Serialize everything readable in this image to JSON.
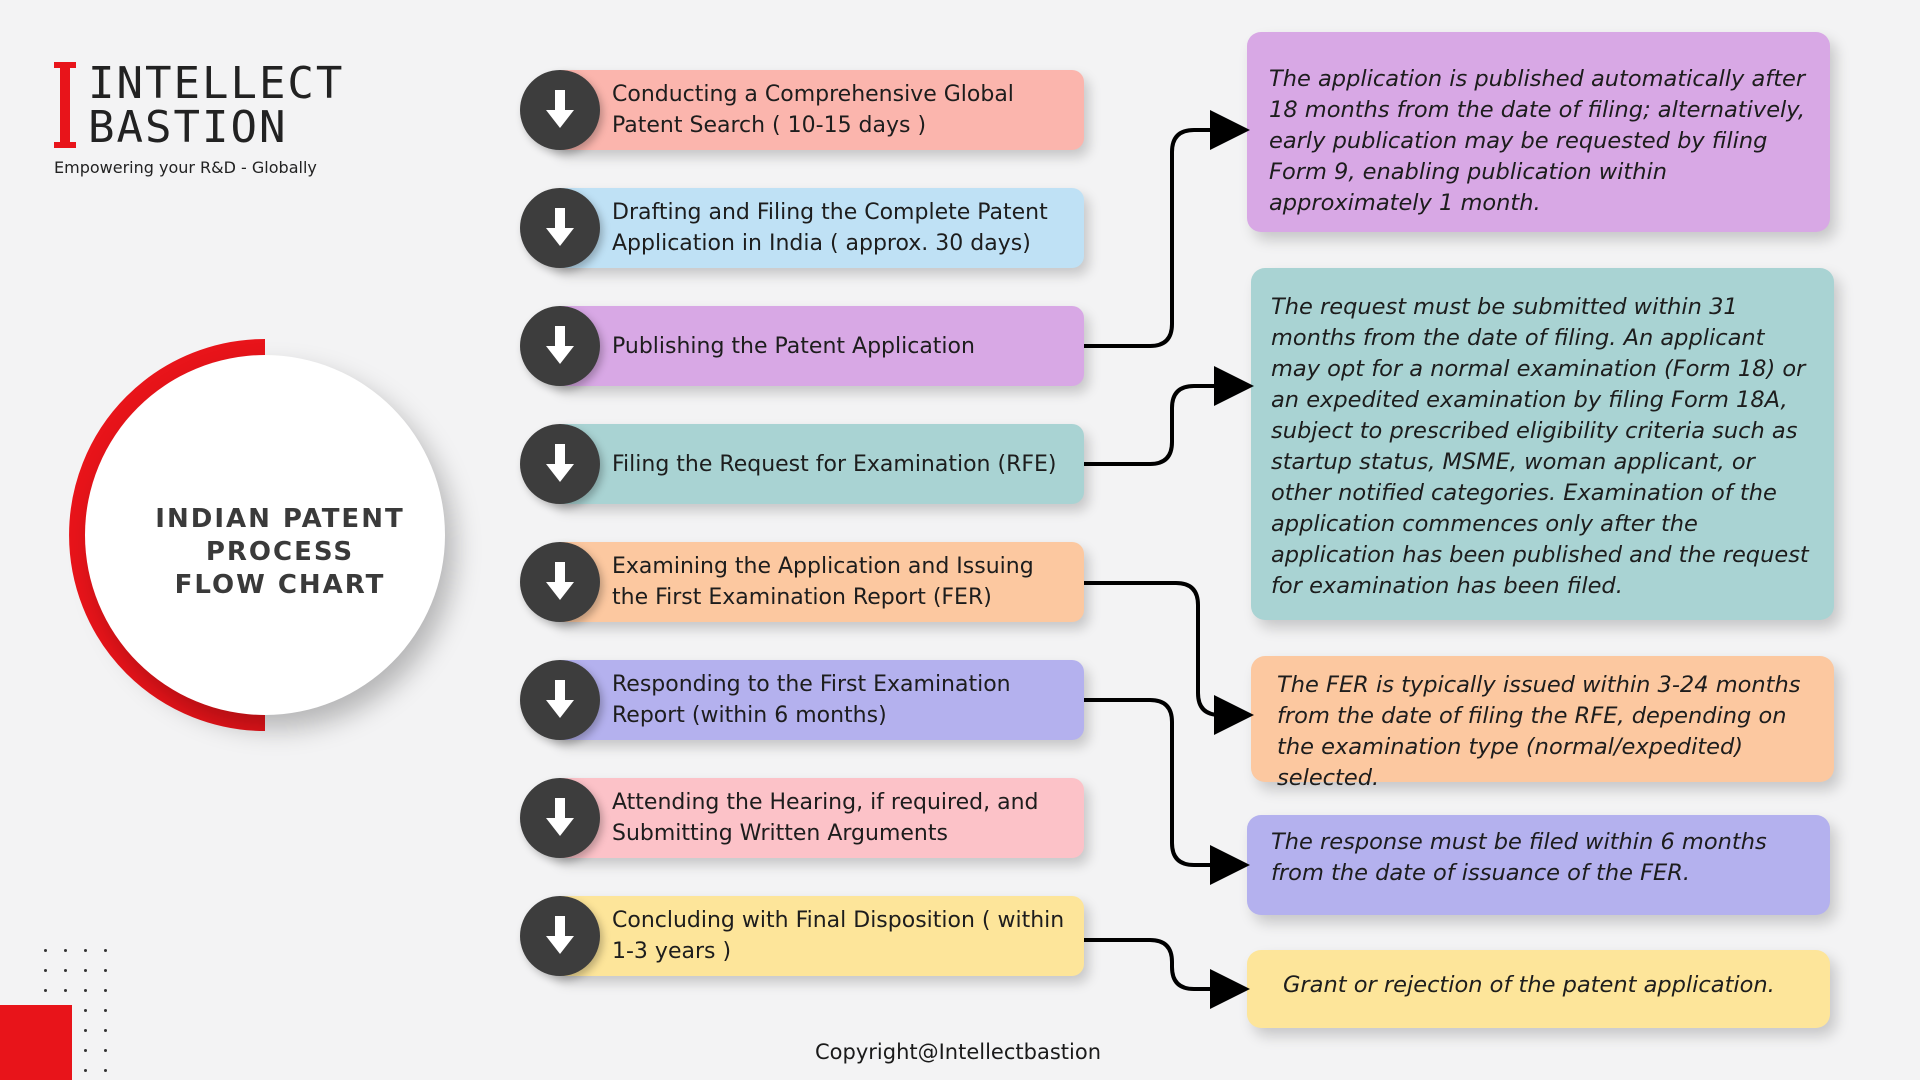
{
  "logo": {
    "word1": "INTELLECT",
    "word2": "BASTION",
    "tagline": "Empowering your R&D - Globally"
  },
  "title": "INDIAN PATENT PROCESS FLOW CHART",
  "title_lines": [
    "INDIAN PATENT",
    "PROCESS",
    "FLOW CHART"
  ],
  "colors": {
    "accent_red": "#e8141a",
    "step_icon": "#3d3d3d"
  },
  "steps": [
    {
      "label": "Conducting a Comprehensive Global Patent Search ( 10-15 days )",
      "color": "#fbb5ad",
      "icon": "arrow-down-icon"
    },
    {
      "label": "Drafting and Filing the Complete Patent Application in India ( approx. 30 days)",
      "color": "#bfe1f5",
      "icon": "arrow-down-icon"
    },
    {
      "label": "Publishing the Patent Application",
      "color": "#d8a8e5",
      "icon": "arrow-down-icon"
    },
    {
      "label": "Filing the Request for Examination (RFE)",
      "color": "#a9d3d3",
      "icon": "arrow-down-icon"
    },
    {
      "label": "Examining the Application and Issuing the First Examination Report (FER)",
      "color": "#fcc8a0",
      "icon": "arrow-down-icon"
    },
    {
      "label": "Responding to the First Examination Report (within 6 months)",
      "color": "#b4b1ee",
      "icon": "arrow-down-icon"
    },
    {
      "label": "Attending the Hearing, if required, and Submitting Written Arguments",
      "color": "#fcc2c8",
      "icon": "arrow-down-icon"
    },
    {
      "label": "Concluding with Final Disposition ( within 1-3 years )",
      "color": "#fde59a",
      "icon": "arrow-down-icon"
    }
  ],
  "notes": [
    {
      "text": "The application is published automatically after 18 months from the date of filing; alternatively, early publication may be requested by filing Form 9, enabling publication within approximately 1 month.",
      "color": "#d8a8e5"
    },
    {
      "text": "The request must be submitted within 31 months from the date of filing. An applicant may opt for a normal examination (Form 18) or an expedited examination by filing Form 18A, subject to prescribed eligibility criteria such as startup status, MSME, woman applicant, or other notified categories. Examination of the application commences only after the application has been published and the request for examination has been filed.",
      "color": "#a9d3d3"
    },
    {
      "text": "The FER is typically issued within 3-24 months from the date of filing the RFE, depending on the examination type (normal/expedited) selected.",
      "color": "#fcc8a0"
    },
    {
      "text": "The response must be filed within 6 months from the date of issuance of the FER.",
      "color": "#b4b1ee"
    },
    {
      "text": "Grant or rejection of the patent application.",
      "color": "#fde59a"
    }
  ],
  "copyright": "Copyright@Intellectbastion"
}
